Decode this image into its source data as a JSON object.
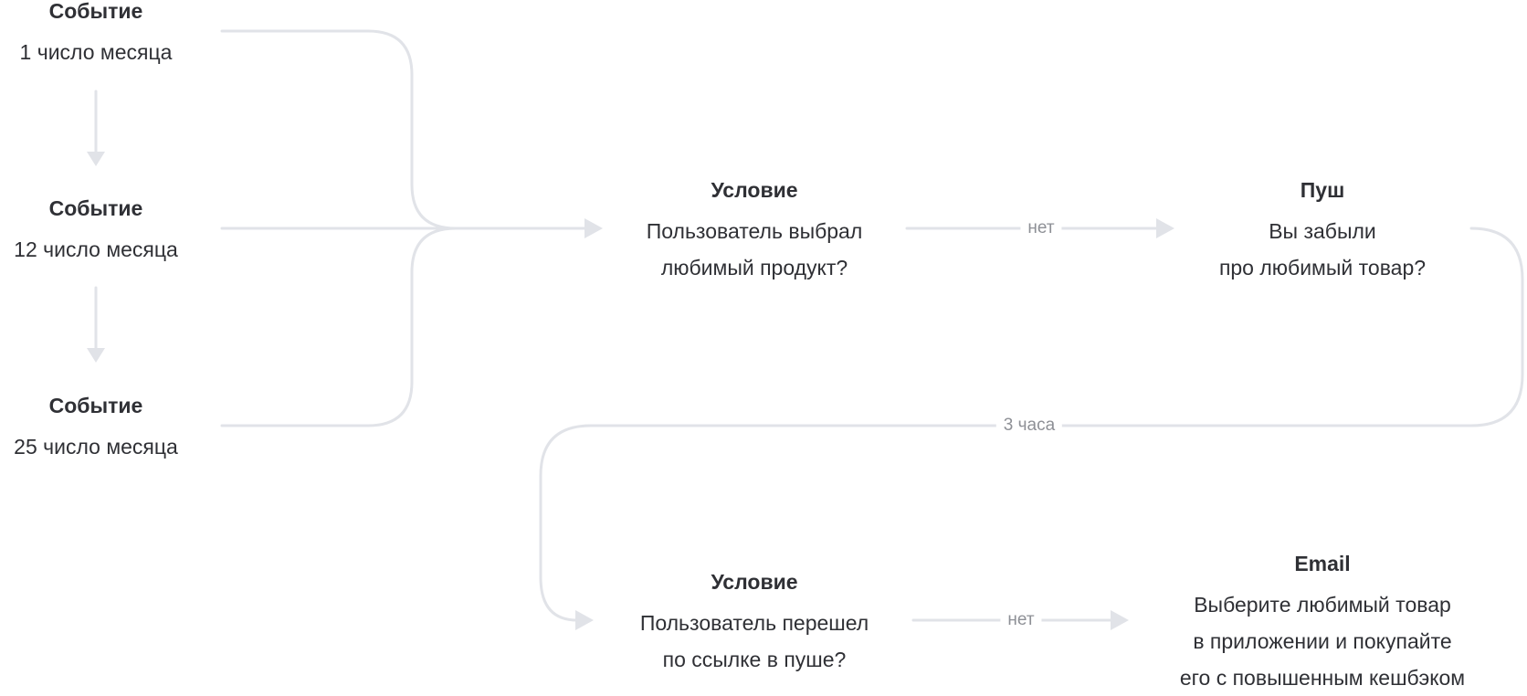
{
  "colors": {
    "text": "#2f3035",
    "connector": "#e1e3e8",
    "label": "#8e9096",
    "background": "#ffffff"
  },
  "events": [
    {
      "title": "Событие",
      "text": "1 число месяца"
    },
    {
      "title": "Событие",
      "text": "12 число месяца"
    },
    {
      "title": "Событие",
      "text": "25 число месяца"
    }
  ],
  "condition_1": {
    "title": "Условие",
    "lines": [
      "Пользователь выбрал",
      "любимый продукт?"
    ]
  },
  "push": {
    "title": "Пуш",
    "lines": [
      "Вы забыли",
      "про любимый товар?"
    ]
  },
  "condition_2": {
    "title": "Условие",
    "lines": [
      "Пользователь перешел",
      "по ссылке в пуше?"
    ]
  },
  "email": {
    "title": "Email",
    "lines": [
      "Выберите любимый товар",
      "в приложении и покупайте",
      "его с повышенным кешбэком"
    ]
  },
  "edge_labels": {
    "condition_1_no": "нет",
    "delay": "3 часа",
    "condition_2_no": "нет"
  }
}
